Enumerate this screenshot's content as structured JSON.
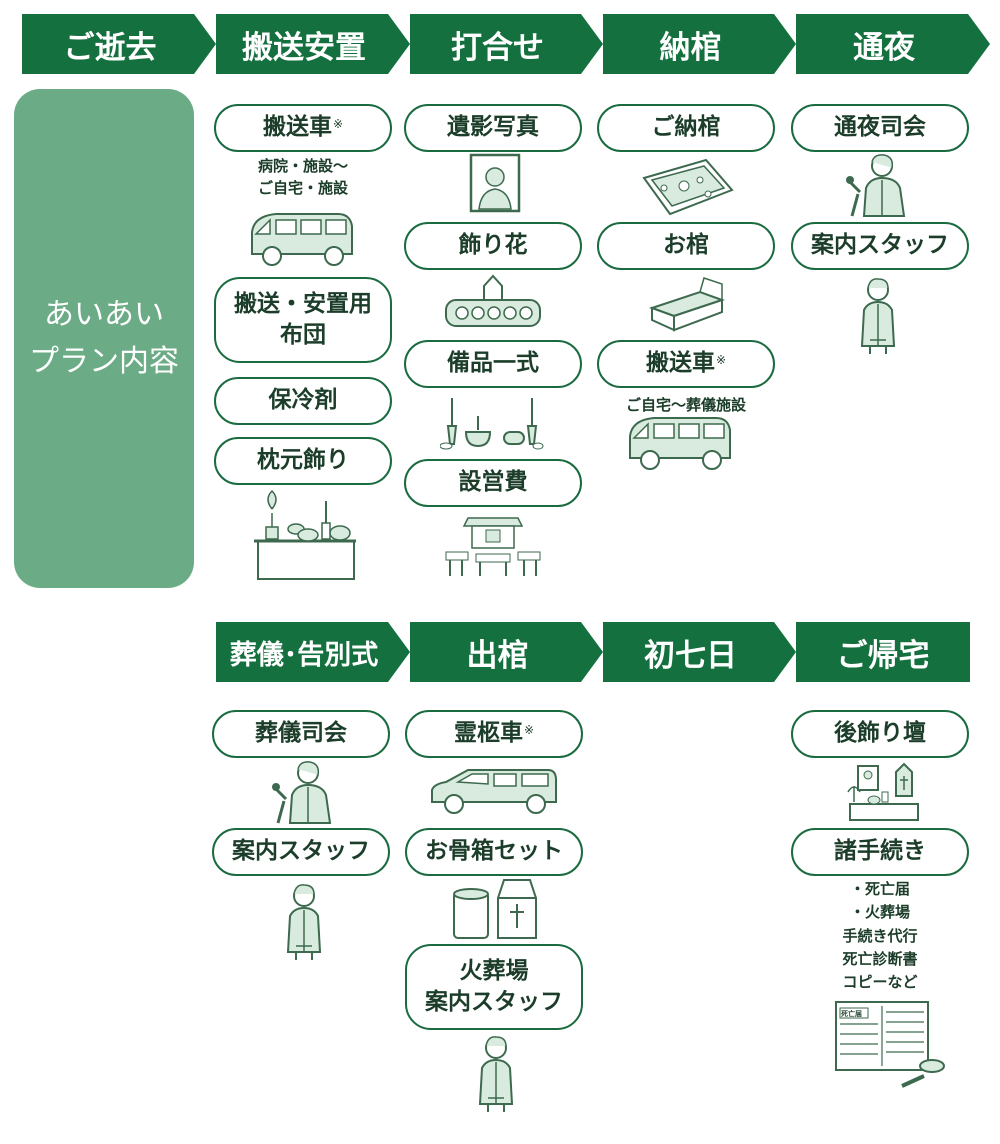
{
  "steps_row1": [
    "ご逝去",
    "搬送安置",
    "打合せ",
    "納棺",
    "通夜"
  ],
  "steps_row2": [
    "葬儀･告別式",
    "出棺",
    "初七日",
    "ご帰宅"
  ],
  "plan": {
    "line1": "あいあい",
    "line2": "プラン内容"
  },
  "items": {
    "hanso_car": "搬送車",
    "hanso_car_mark": "※",
    "hanso_car_note1": "病院・施設～",
    "hanso_car_note2": "ご自宅・施設",
    "futon_line1": "搬送・安置用",
    "futon_line2": "布団",
    "horeizai": "保冷剤",
    "makuramoto": "枕元飾り",
    "iei": "遺影写真",
    "kazaribana": "飾り花",
    "bihin": "備品一式",
    "setsueihi": "設営費",
    "gonokan": "ご納棺",
    "ohitsugi": "お棺",
    "hanso_car2": "搬送車",
    "hanso_car2_mark": "※",
    "hanso_car2_note": "ご自宅～葬儀施設",
    "tsuya_shikai": "通夜司会",
    "annai_staff_1": "案内スタッフ",
    "sogi_shikai": "葬儀司会",
    "annai_staff_2": "案内スタッフ",
    "reikyusha": "霊柩車",
    "reikyusha_mark": "※",
    "kotsubako": "お骨箱セット",
    "kasoba_line1": "火葬場",
    "kasoba_line2": "案内スタッフ",
    "atokazari": "後飾り壇",
    "tetsuzuki": "諸手続き",
    "tetsuzuki_notes": [
      "・死亡届",
      "・火葬場",
      "手続き代行",
      "死亡診断書",
      "コピーなど"
    ],
    "form_label": "死亡届"
  },
  "colors": {
    "step": "#15703f",
    "plan": "#6bab86",
    "illus_fill": "#d9ebde",
    "illus_line": "#3d6a4f"
  },
  "icons": [
    "van-icon",
    "photo-frame-icon",
    "flower-altar-icon",
    "candle-set-icon",
    "hall-icon",
    "coffin-icon",
    "casket-icon",
    "speaker-icon",
    "staff-icon",
    "hearse-icon",
    "urn-box-icon",
    "home-altar-icon",
    "document-icon",
    "altar-table-icon"
  ]
}
